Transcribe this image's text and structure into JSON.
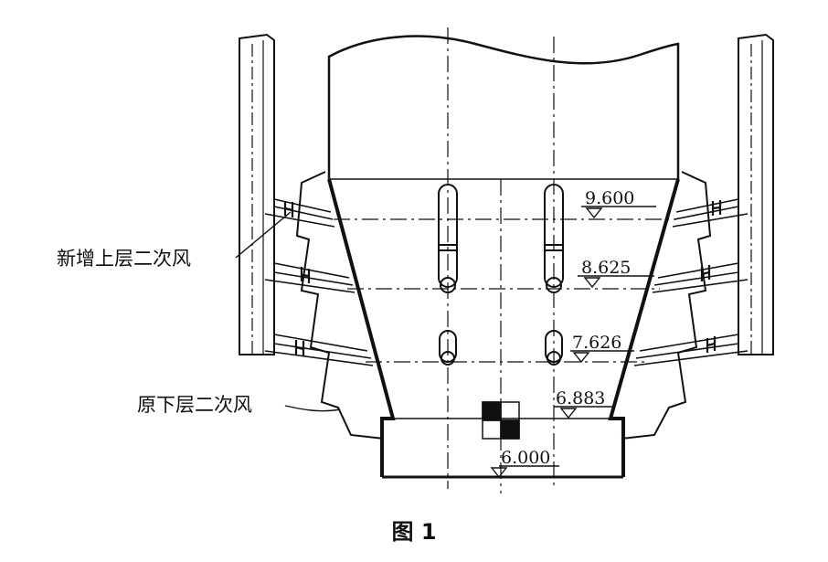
{
  "labels": {
    "upper_air": "新增上层二次风",
    "lower_air": "原下层二次风"
  },
  "elevations": [
    "9.600",
    "8.625",
    "7.626",
    "6.883",
    "6.000"
  ],
  "caption": "图 1",
  "colors": {
    "line": "#111111",
    "background": "#ffffff"
  }
}
